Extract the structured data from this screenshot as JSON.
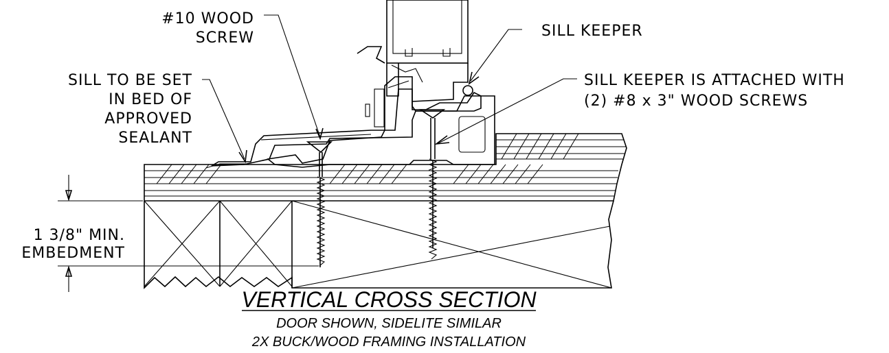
{
  "labels": {
    "wood_screw_line1": "#10 WOOD",
    "wood_screw_line2": "SCREW",
    "sill_keeper": "SILL KEEPER",
    "sill_line1": "SILL TO BE SET",
    "sill_line2": "IN BED OF",
    "sill_line3": "APPROVED",
    "sill_line4": "SEALANT",
    "attached_line1": "SILL KEEPER IS ATTACHED WITH",
    "attached_line2": "(2) #8 x 3\" WOOD SCREWS",
    "embed_line1": "1 3/8\" MIN.",
    "embed_line2": "EMBEDMENT"
  },
  "title": {
    "main": "VERTICAL CROSS SECTION",
    "sub1": "DOOR SHOWN, SIDELITE SIMILAR",
    "sub2": "2X BUCK/WOOD FRAMING INSTALLATION"
  }
}
